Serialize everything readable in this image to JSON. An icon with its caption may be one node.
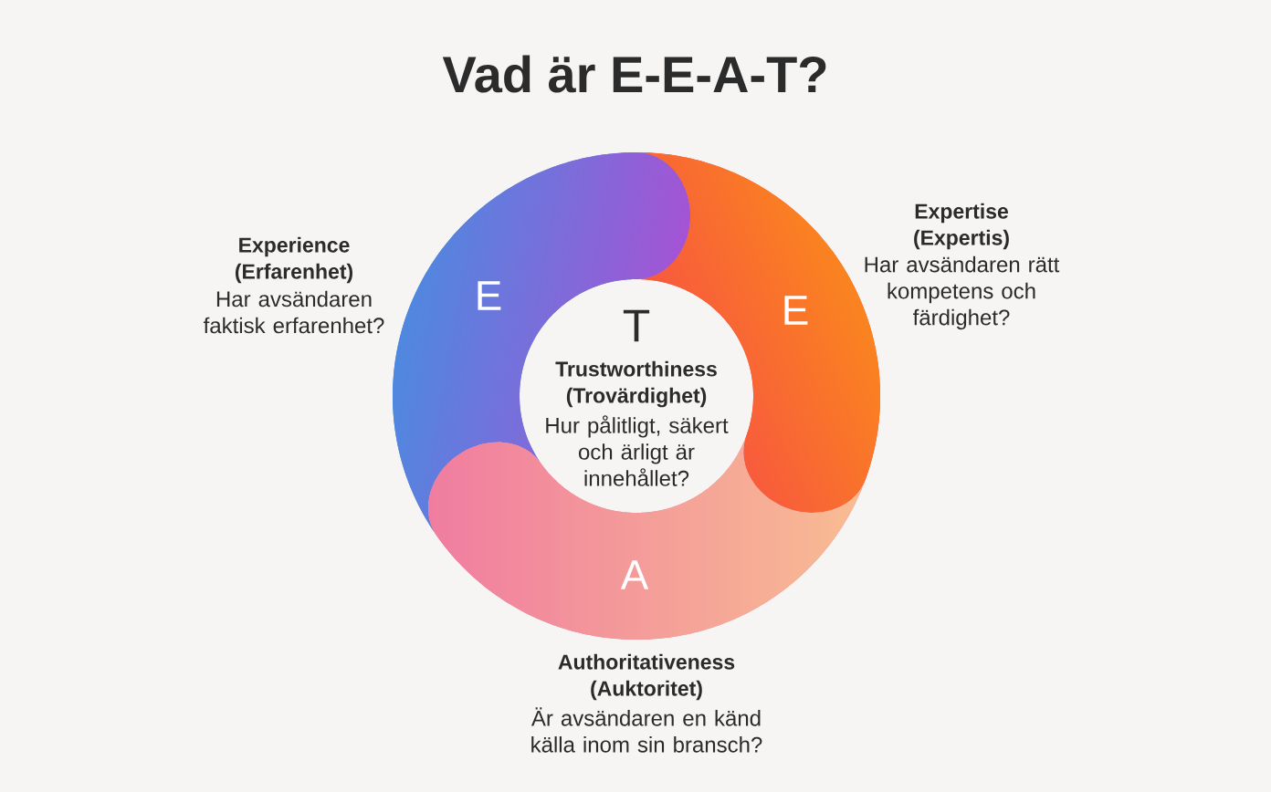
{
  "diagram": {
    "title": "Vad är E-E-A-T?",
    "nodes": [
      {
        "text": [
          "E"
        ],
        "beside": [
          "Experience (Erfarenhet)",
          "Har avsändaren faktisk erfarenhet?"
        ]
      },
      {
        "text": [
          "E"
        ],
        "beside": [
          "Expertise (Expertis)",
          "Har avsändaren rätt kompetens och färdighet?"
        ]
      },
      {
        "text": [
          "T",
          "Trustworthiness (Trovärdighet)",
          "Hur pålitligt, säkert och ärligt är innehållet?"
        ]
      },
      {
        "text": [
          "A"
        ],
        "beside": [
          "Authoritativeness (Auktoritet)",
          "Är avsändaren en känd källa inom sin bransch?"
        ]
      }
    ]
  }
}
